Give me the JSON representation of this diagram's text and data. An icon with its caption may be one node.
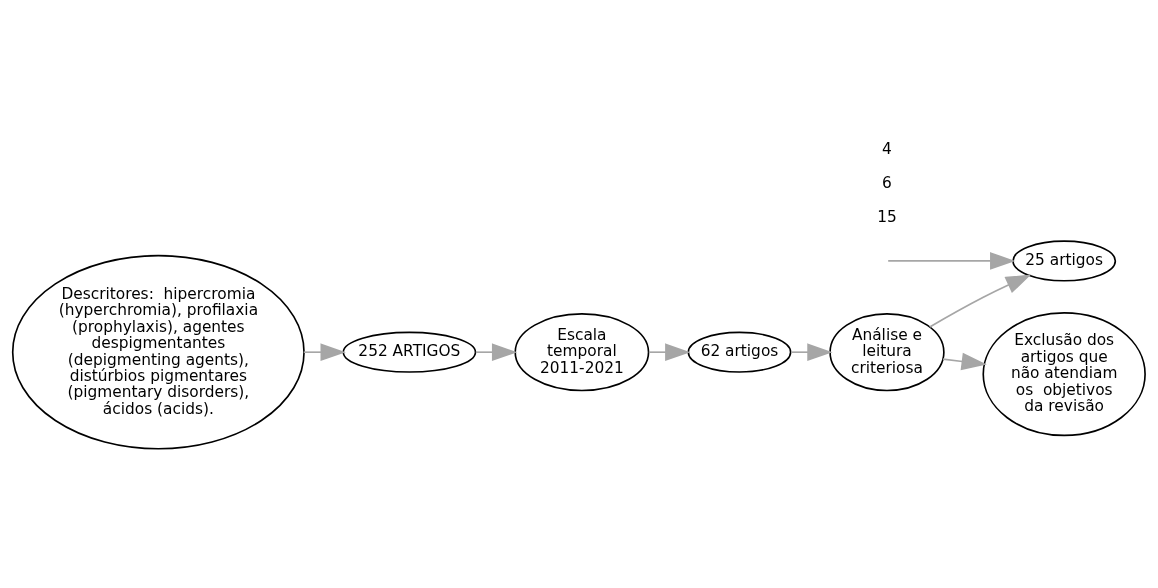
{
  "diagram": {
    "nodes": [
      {
        "text": [
          "Descritores:  hipercromia (hyperchromia), profilaxia (prophylaxis), agentes despigmentantes (depigmenting agents), distúrbios pigmentares (pigmentary disorders), ácidos (acids)."
        ]
      },
      {
        "text": [
          "252 ARTIGOS"
        ]
      },
      {
        "text": [
          "Escala temporal 2011-2021"
        ]
      },
      {
        "text": [
          "62 artigos"
        ]
      },
      {
        "text": [
          "Análise e leitura criteriosa"
        ]
      },
      {
        "text": [
          "25 artigos"
        ]
      },
      {
        "text": [
          "Exclusão dos artigos que não atendiam os  objetivos da revisão"
        ]
      }
    ],
    "edges": [
      {
        "from": 0,
        "to": 1,
        "arrow": "to"
      },
      {
        "from": 1,
        "to": 2,
        "arrow": "to"
      },
      {
        "from": 2,
        "to": 3,
        "arrow": "to"
      },
      {
        "from": 3,
        "to": 4,
        "arrow": "to"
      },
      {
        "from": 4,
        "to": 5,
        "arrow": "to"
      },
      {
        "from": 4,
        "to": 6,
        "arrow": "to"
      },
      {
        "from": null,
        "to": 5,
        "arrow": "to"
      }
    ],
    "labels": [
      "4",
      "6",
      "15"
    ]
  }
}
